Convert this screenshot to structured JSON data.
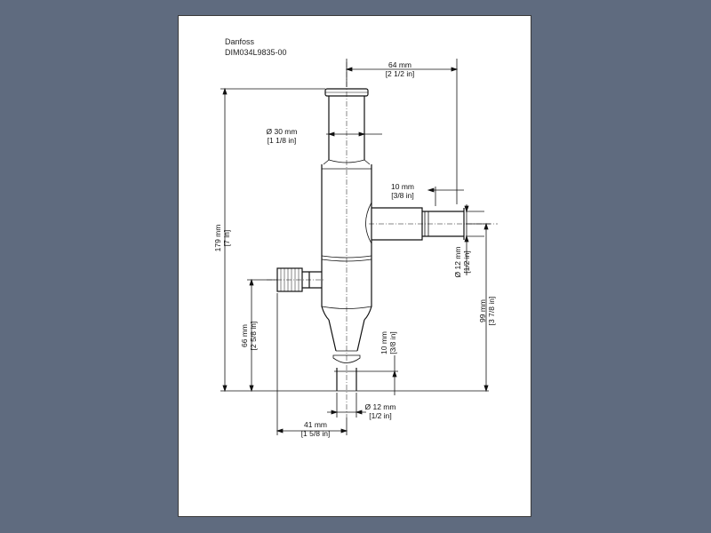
{
  "header": {
    "brand": "Danfoss",
    "drawing_id": "DIM034L9835-00"
  },
  "dimensions": {
    "top_width": {
      "mm": "64 mm",
      "inch": "[2 1/2 in]"
    },
    "body_dia": {
      "mm": "Ø  30 mm",
      "inch": "[1 1/8 in]"
    },
    "side_short": {
      "mm": "10 mm",
      "inch": "[3/8 in]"
    },
    "total_height": {
      "mm": "179 mm",
      "inch": "[7 in]"
    },
    "side_dia": {
      "mm": "Ø 12 mm",
      "inch": "[1/2 in]"
    },
    "side_height": {
      "mm": "99 mm",
      "inch": "[3 7/8 in]"
    },
    "left_height": {
      "mm": "66 mm",
      "inch": "[2 5/8 in]"
    },
    "bottom_short": {
      "mm": "10 mm",
      "inch": "[3/8 in]"
    },
    "bottom_dia": {
      "mm": "Ø 12 mm",
      "inch": "[1/2 in]"
    },
    "left_offset": {
      "mm": "41 mm",
      "inch": "[1 5/8 in]"
    }
  },
  "colors": {
    "background": "#5f6b7f",
    "sheet": "#ffffff",
    "line": "#111111"
  }
}
